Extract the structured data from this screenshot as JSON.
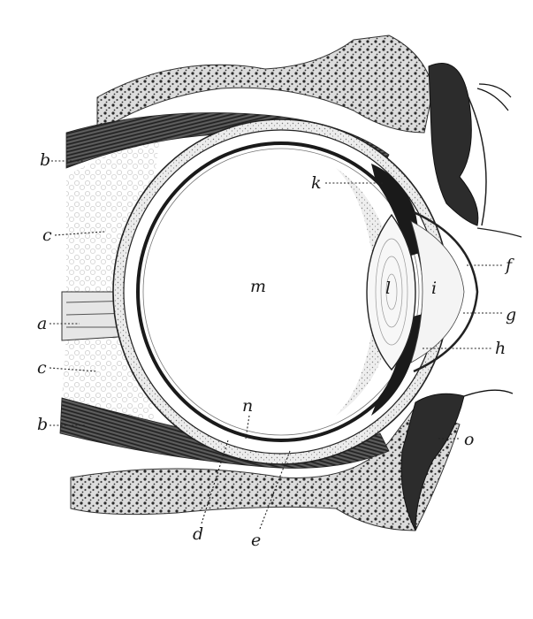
{
  "figure": {
    "description_labels": {
      "a": "a",
      "b_top": "b",
      "c_top": "c",
      "c_bottom": "c",
      "b_bottom": "b",
      "d": "d",
      "e": "e",
      "f": "f",
      "g": "g",
      "h": "h",
      "i": "i",
      "k": "k",
      "l": "l",
      "m": "m",
      "n": "n",
      "o": "o"
    }
  }
}
